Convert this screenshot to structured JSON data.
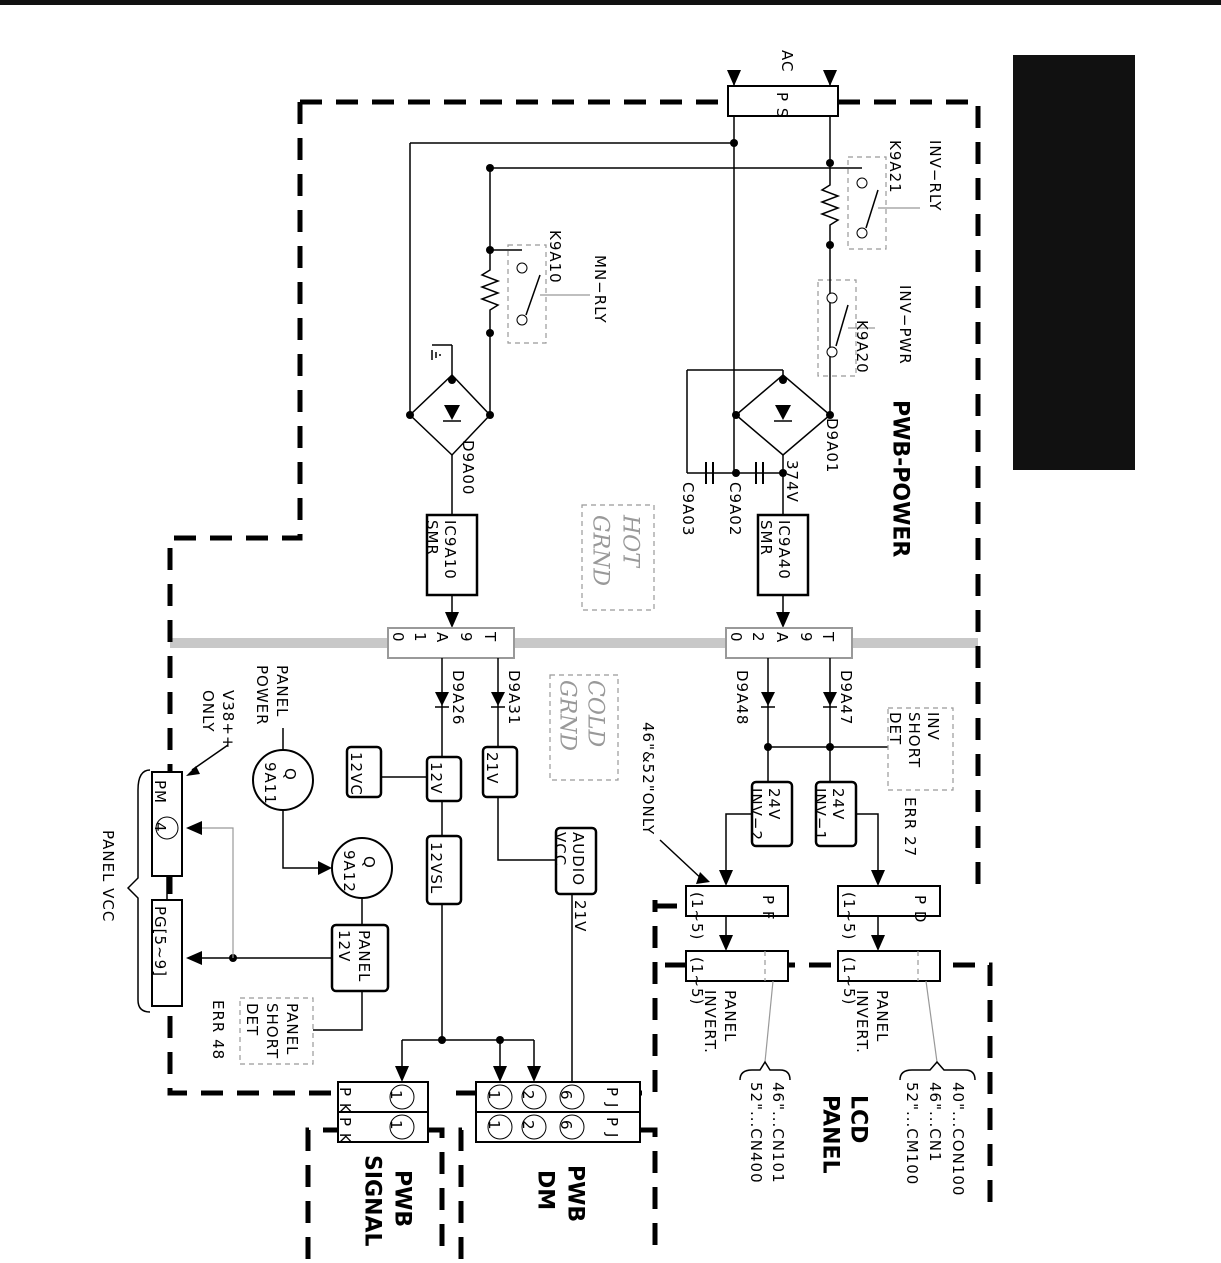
{
  "diagram": {
    "board_power": "PWB-POWER",
    "board_signal": [
      "PWB",
      "SIGNAL"
    ],
    "board_dm": [
      "PWB",
      "DM"
    ],
    "lcd_panel": [
      "LCD",
      "PANEL"
    ],
    "ac_label": "AC",
    "ps_connector": "P S",
    "relay_inv": "K9A21",
    "relay_inv_name": "INV−RLY",
    "relay_mn": "K9A10",
    "relay_mn_name": "MN−RLY",
    "relay_pwr": "K9A20",
    "relay_pwr_name": "INV−PWR",
    "bridge_d9a00": "D9A00",
    "bridge_d9a01": "D9A01",
    "voltage_374": "374V",
    "cap_c9a02": "C9A02",
    "cap_c9a03": "C9A03",
    "ic_smr_1": [
      "IC9A10",
      "SMR"
    ],
    "ic_smr_2": [
      "IC9A40",
      "SMR"
    ],
    "hot_grnd": [
      "HOT",
      "GRND"
    ],
    "cold_grnd": [
      "COLD",
      "GRND"
    ],
    "transformer_1": [
      "T",
      "9",
      "A",
      "1",
      "0"
    ],
    "transformer_2": [
      "T",
      "9",
      "A",
      "2",
      "0"
    ],
    "diode_d9a26": "D9A26",
    "diode_d9a31": "D9A31",
    "diode_d9a48": "D9A48",
    "diode_d9a47": "D9A47",
    "rail_12vc": "12VC",
    "rail_12v": "12V",
    "rail_21v": "21V",
    "rail_12vsl": "12VSL",
    "rail_audio": [
      "AUDIO",
      "VCC"
    ],
    "audio_21v": "21V",
    "rail_24v_inv2": [
      "24V",
      "INV−2"
    ],
    "rail_24v_inv1": [
      "24V",
      "INV−1"
    ],
    "inv_short_det": [
      "INV",
      "SHORT",
      "DET"
    ],
    "err_27": "ERR 27",
    "only_46_52": "46\"&52\"ONLY",
    "pf_connector": "P F",
    "pd_connector": "P D",
    "pins_1_5": "(1∼5)",
    "panel_invert": [
      "PANEL",
      "INVERT."
    ],
    "cn_list_1": [
      "46\"...CN101",
      "52\"...CN400"
    ],
    "cn_list_2": [
      "40\"...CON100",
      "46\"...CN1",
      "52\"...CM100"
    ],
    "panel_power": [
      "PANEL",
      "POWER"
    ],
    "q_9a11": [
      "Q",
      "9A11"
    ],
    "q_9a12": [
      "Q",
      "9A12"
    ],
    "v38_only": [
      "V38++",
      "ONLY"
    ],
    "pm_label": "PM",
    "pm_pin": "4",
    "pg_label": "PG[5∼9]",
    "panel_vcc": "PANEL VCC",
    "panel_12v": [
      "PANEL",
      "12V"
    ],
    "panel_short_det": [
      "PANEL",
      "SHORT",
      "DET"
    ],
    "err_48": "ERR 48",
    "pk_connector": "P K",
    "pj_connector": "P J",
    "pin_1": "1",
    "pin_2": "2",
    "pin_6": "6"
  }
}
